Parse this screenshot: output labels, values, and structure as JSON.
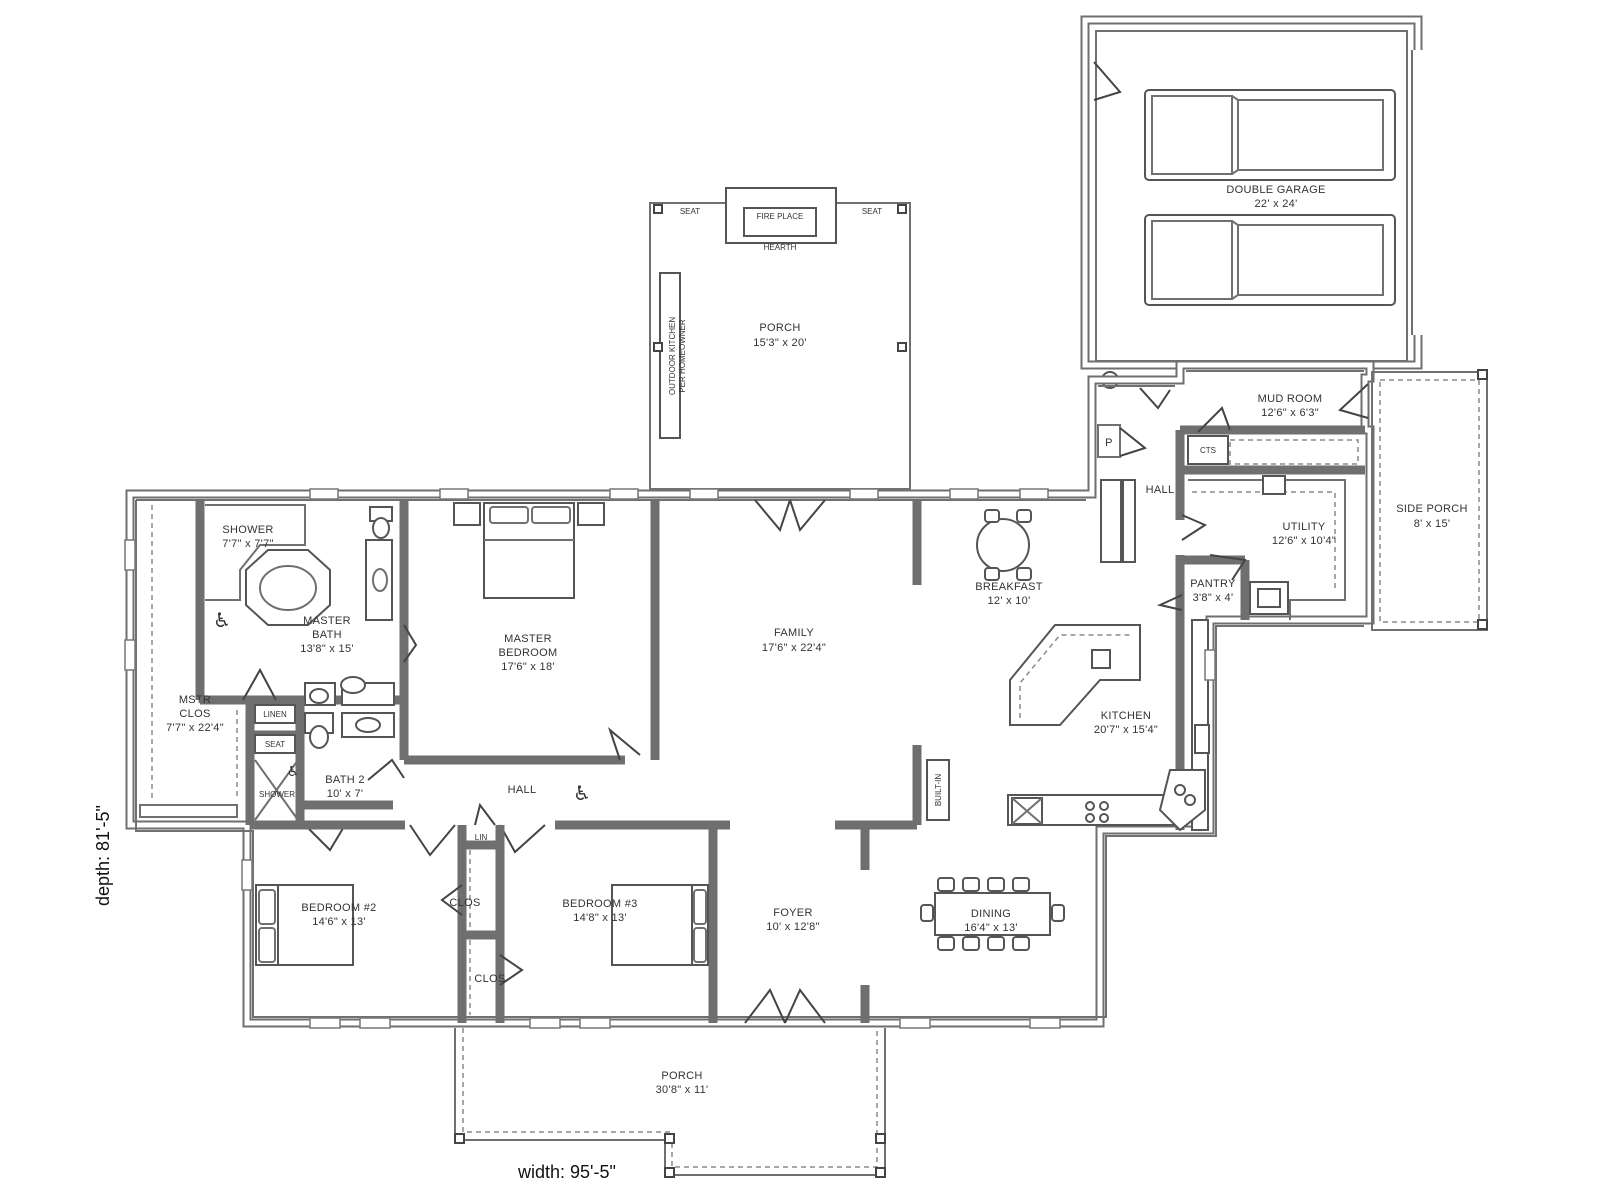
{
  "rooms": {
    "double_garage": {
      "name": "DOUBLE GARAGE",
      "size": "22' x 24'"
    },
    "porch_rear": {
      "name": "PORCH",
      "size": "15'3\" x 20'"
    },
    "outdoor_kitchen": {
      "line1": "OUTDOOR KITCHEN",
      "line2": "PER HOMEOWNER"
    },
    "fireplace": {
      "name": "FIRE PLACE",
      "hearth": "HEARTH",
      "seat": "SEAT"
    },
    "mud_room": {
      "name": "MUD ROOM",
      "size": "12'6\" x 6'3\""
    },
    "cts": "CTS",
    "hall_upper": "HALL",
    "side_porch": {
      "name": "SIDE PORCH",
      "size": "8' x 15'"
    },
    "utility": {
      "name": "UTILITY",
      "size": "12'6\" x 10'4\""
    },
    "pantry": {
      "name": "PANTRY",
      "size": "3'8\" x 4'"
    },
    "breakfast": {
      "name": "BREAKFAST",
      "size": "12' x 10'"
    },
    "family": {
      "name": "FAMILY",
      "size": "17'6\" x 22'4\""
    },
    "kitchen": {
      "name": "KITCHEN",
      "size": "20'7\" x 15'4\""
    },
    "shower_master": {
      "name": "SHOWER",
      "size": "7'7\" x 7'7\""
    },
    "master_bath": {
      "line1": "MASTER",
      "line2": "BATH",
      "size": "13'8\" x 15'"
    },
    "master_bedroom": {
      "line1": "MASTER",
      "line2": "BEDROOM",
      "size": "17'6\" x 18'"
    },
    "mstr_clos": {
      "line1": "MSTR",
      "line2": "CLOS",
      "size": "7'7\" x 22'4\""
    },
    "linen": "LINEN",
    "seat": "SEAT",
    "shower_2": "SHOWER",
    "bath_2": {
      "name": "BATH 2",
      "size": "10' x 7'"
    },
    "hall_lower": "HALL",
    "built_in": "BUILT-IN",
    "lin": "LIN",
    "clos_a": "CLOS",
    "clos_b": "CLOS",
    "bedroom_2": {
      "name": "BEDROOM #2",
      "size": "14'6\" x 13'"
    },
    "bedroom_3": {
      "name": "BEDROOM #3",
      "size": "14'8\" x 13'"
    },
    "foyer": {
      "name": "FOYER",
      "size": "10' x 12'8\""
    },
    "dining": {
      "name": "DINING",
      "size": "16'4\" x 13'"
    },
    "porch_front": {
      "name": "PORCH",
      "size": "30'8\" x 11'"
    },
    "p": "P"
  },
  "dimensions": {
    "width": "width: 95'-5\"",
    "depth": "depth: 81'-5\""
  },
  "icons": {
    "accessible": "wheelchair-icon"
  }
}
